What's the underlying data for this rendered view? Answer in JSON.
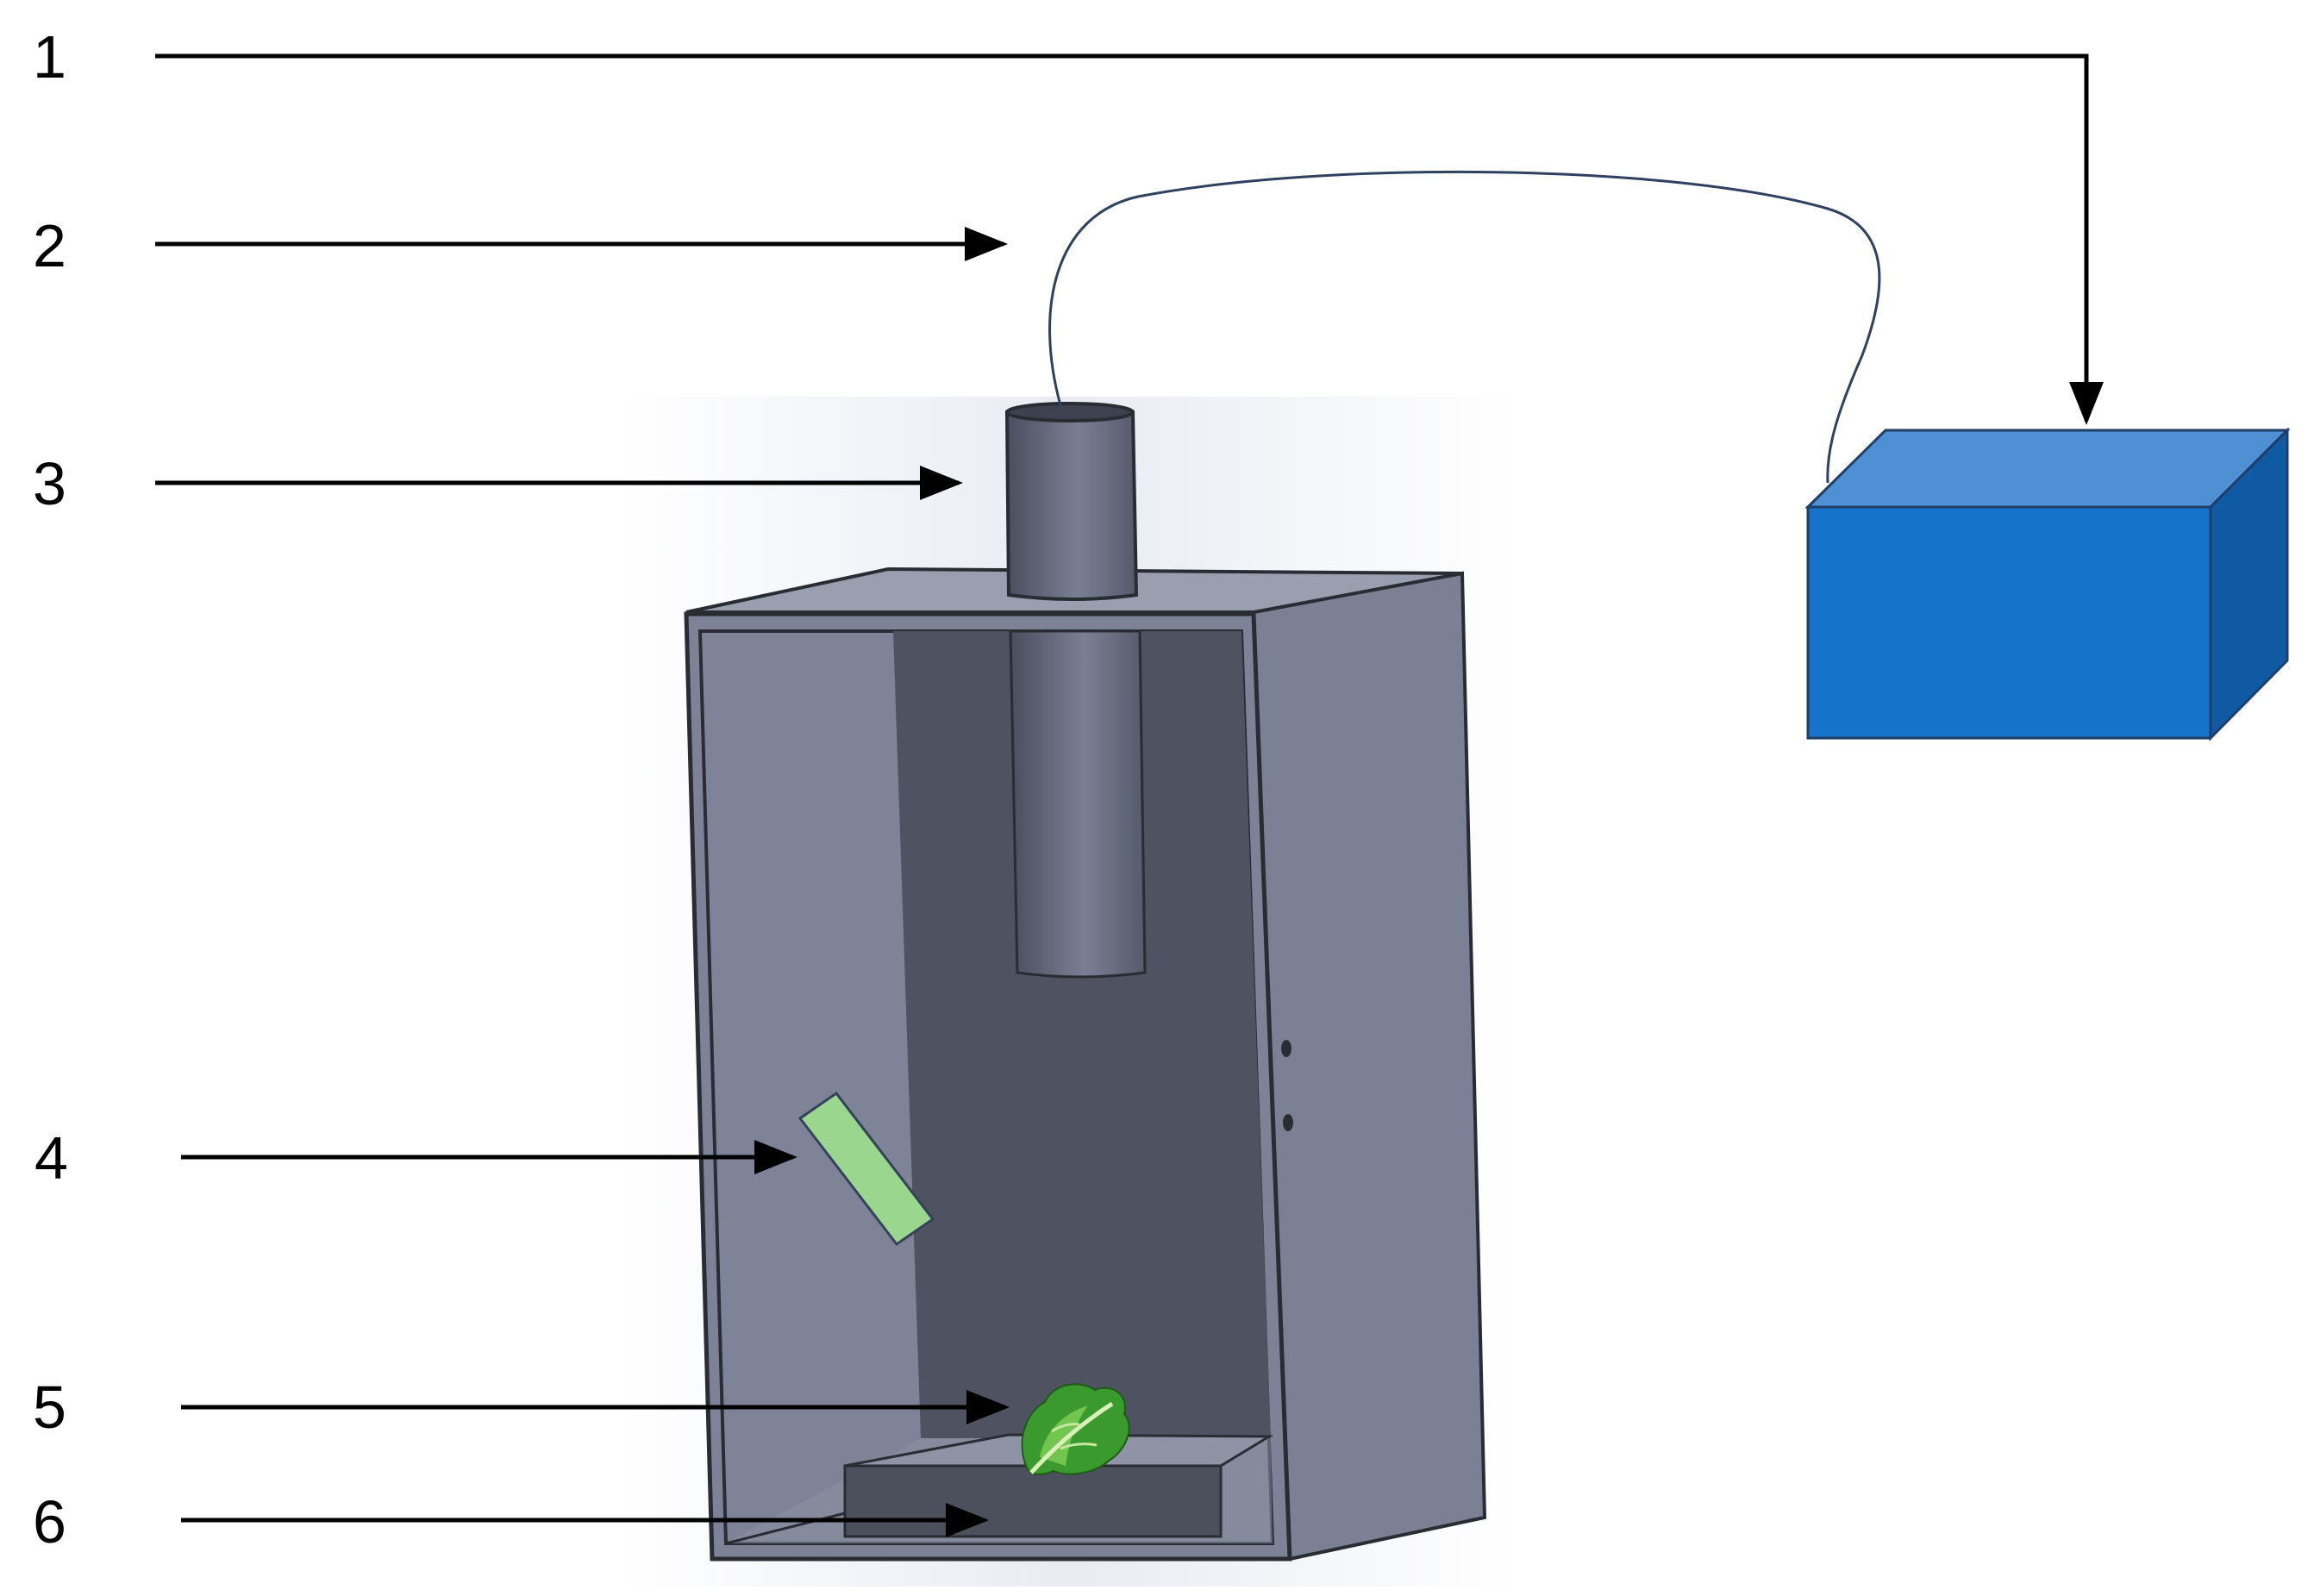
{
  "labels": [
    {
      "id": "1",
      "text": "1"
    },
    {
      "id": "2",
      "text": "2"
    },
    {
      "id": "3",
      "text": "3"
    },
    {
      "id": "4",
      "text": "4"
    },
    {
      "id": "5",
      "text": "5"
    },
    {
      "id": "6",
      "text": "6"
    }
  ],
  "colors": {
    "line": "#000000",
    "box_front": "#1673CA",
    "box_top": "#4F8FD4",
    "box_side": "#0F5AA3",
    "chamber_body": "#7D8296",
    "chamber_back": "#4F5260",
    "pipe": "#5E6275",
    "filter": "#9AD68E",
    "sample": "#3B9A2E"
  },
  "icons": {
    "device": "blue-box-icon",
    "sample": "lettuce-leaf-icon"
  }
}
